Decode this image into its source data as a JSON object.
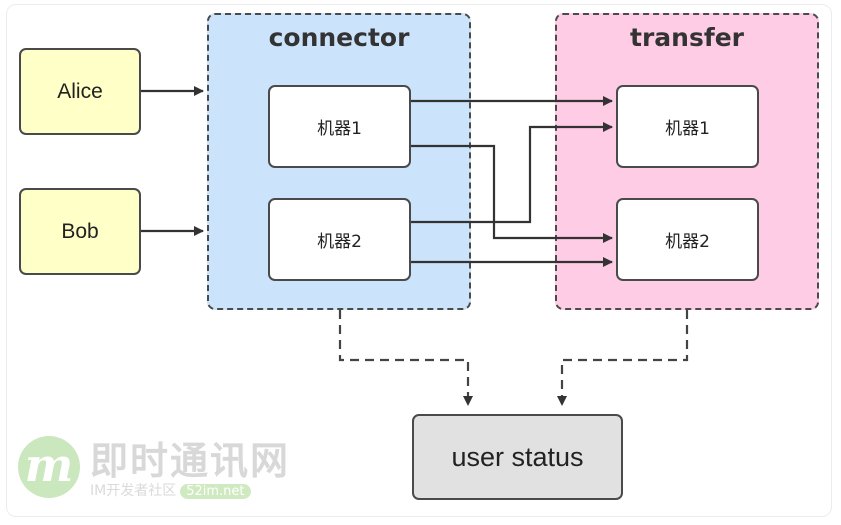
{
  "diagram": {
    "users": [
      {
        "id": "alice",
        "label": "Alice"
      },
      {
        "id": "bob",
        "label": "Bob"
      }
    ],
    "connector": {
      "title": "connector",
      "machines": [
        {
          "label": "机器1"
        },
        {
          "label": "机器2"
        }
      ],
      "color": "#cce3fc"
    },
    "transfer": {
      "title": "transfer",
      "machines": [
        {
          "label": "机器1"
        },
        {
          "label": "机器2"
        }
      ],
      "color": "#ffcce6"
    },
    "status": {
      "label": "user status"
    },
    "edges": [
      {
        "from": "Alice",
        "to": "connector",
        "style": "solid"
      },
      {
        "from": "Bob",
        "to": "connector",
        "style": "solid"
      },
      {
        "from": "connector 机器1",
        "to": "transfer 机器1",
        "style": "solid"
      },
      {
        "from": "connector 机器1",
        "to": "transfer 机器2",
        "style": "solid"
      },
      {
        "from": "connector 机器2",
        "to": "transfer 机器1",
        "style": "solid"
      },
      {
        "from": "connector 机器2",
        "to": "transfer 机器2",
        "style": "solid"
      },
      {
        "from": "connector",
        "to": "user status",
        "style": "dashed"
      },
      {
        "from": "transfer",
        "to": "user status",
        "style": "dashed"
      }
    ]
  },
  "watermark": {
    "logo_letter": "m",
    "title": "即时通讯网",
    "subtitle": "IM开发者社区",
    "badge": "52im.net"
  }
}
